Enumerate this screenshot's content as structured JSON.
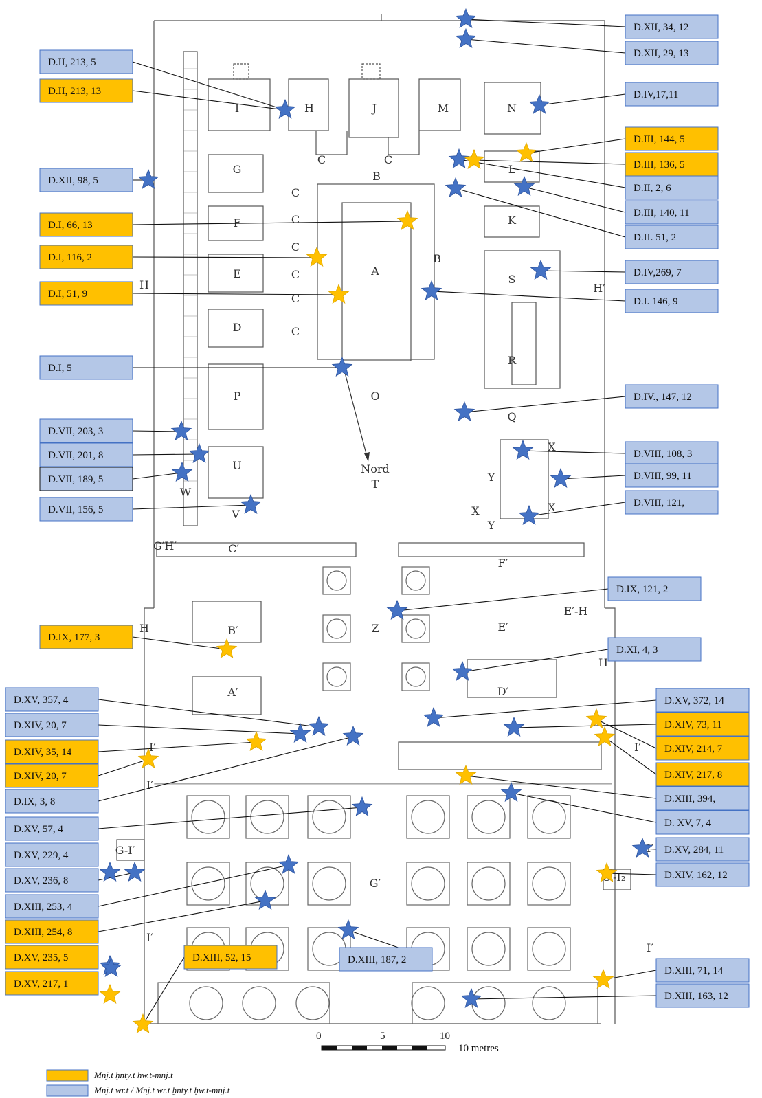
{
  "colors": {
    "blue_box": "#b4c7e7",
    "gold_box": "#ffc000",
    "blue_star": "#4472c4",
    "gold_star": "#ffc000",
    "plan_line": "#555555"
  },
  "rooms": [
    "I",
    "H",
    "J",
    "M",
    "N",
    "G",
    "C",
    "C",
    "C",
    "B",
    "L",
    "F",
    "C",
    "K",
    "C",
    "A",
    "B",
    "E",
    "C",
    "C",
    "S",
    "D",
    "C",
    "R",
    "P",
    "O",
    "Q",
    "U",
    "Nord",
    "T",
    "X",
    "X",
    "X",
    "Y",
    "Y",
    "W",
    "V",
    "C′",
    "F′",
    "G′H′",
    "Z",
    "B′",
    "E′",
    "E′-H",
    "H",
    "H",
    "H",
    "H′",
    "A′",
    "D′",
    "I′",
    "I′",
    "I′",
    "I′",
    "I′",
    "G′",
    "G-I′",
    "G′-I₂",
    "I′"
  ],
  "scale": {
    "zero": "0",
    "five": "5",
    "ten": "10",
    "unit": "10  metres"
  },
  "legend": [
    {
      "kind": "gold",
      "text": "Mnj.t ḫnty.t ḥw.t-mnj.t"
    },
    {
      "kind": "blue",
      "text": "Mnj.t wr.t / Mnj.t wr.t ḫnty.t ḥw.t-mnj.t"
    }
  ],
  "labels": [
    {
      "text": "D.XII, 34, 12",
      "kind": "blue"
    },
    {
      "text": "D.XII, 29, 13",
      "kind": "blue"
    },
    {
      "text": "D.II, 213, 5",
      "kind": "blue"
    },
    {
      "text": "D.II, 213, 13",
      "kind": "gold"
    },
    {
      "text": "D.IV,17,11",
      "kind": "blue"
    },
    {
      "text": "D.III, 144, 5",
      "kind": "gold"
    },
    {
      "text": "D.III, 136, 5",
      "kind": "gold"
    },
    {
      "text": "D.XII, 98, 5",
      "kind": "blue"
    },
    {
      "text": "D.II, 2, 6",
      "kind": "blue"
    },
    {
      "text": "D.III, 140, 11",
      "kind": "blue"
    },
    {
      "text": "D.I, 66, 13",
      "kind": "gold"
    },
    {
      "text": "D.II. 51, 2",
      "kind": "blue"
    },
    {
      "text": "D.I, 116, 2",
      "kind": "gold"
    },
    {
      "text": "D.IV,269, 7",
      "kind": "blue"
    },
    {
      "text": "D.I, 51, 9",
      "kind": "gold"
    },
    {
      "text": "D.I. 146, 9",
      "kind": "blue"
    },
    {
      "text": "D.I, 5",
      "kind": "blue"
    },
    {
      "text": "D.IV., 147, 12",
      "kind": "blue"
    },
    {
      "text": "D.VII, 203, 3",
      "kind": "blue"
    },
    {
      "text": "D.VIII, 108, 3",
      "kind": "blue"
    },
    {
      "text": "D.VII, 201, 8",
      "kind": "blue"
    },
    {
      "text": "D.VIII, 99, 11",
      "kind": "blue"
    },
    {
      "text": "D.VII, 189, 5",
      "kind": "blue"
    },
    {
      "text": "D.VIII, 121,",
      "kind": "blue"
    },
    {
      "text": "D.VII, 156, 5",
      "kind": "blue"
    },
    {
      "text": "D.IX, 121, 2",
      "kind": "blue"
    },
    {
      "text": "D.IX, 177, 3",
      "kind": "gold"
    },
    {
      "text": "D.XI, 4, 3",
      "kind": "blue"
    },
    {
      "text": "D.XV, 357, 4",
      "kind": "blue"
    },
    {
      "text": "D.XV, 372, 14",
      "kind": "blue"
    },
    {
      "text": "D.XIV, 20, 7",
      "kind": "blue"
    },
    {
      "text": "D.XIV, 73, 11",
      "kind": "gold"
    },
    {
      "text": "D.XIV, 35, 14",
      "kind": "gold"
    },
    {
      "text": "D.XIV, 214, 7",
      "kind": "gold"
    },
    {
      "text": "D.XIV, 20, 7",
      "kind": "gold"
    },
    {
      "text": "D.XIV, 217, 8",
      "kind": "gold"
    },
    {
      "text": "D.IX, 3, 8",
      "kind": "blue"
    },
    {
      "text": "D.XIII, 394,",
      "kind": "blue"
    },
    {
      "text": "D.XV, 57, 4",
      "kind": "blue"
    },
    {
      "text": "D. XV, 7, 4",
      "kind": "blue"
    },
    {
      "text": "D.XV, 229, 4",
      "kind": "blue"
    },
    {
      "text": "D.XV, 284, 11",
      "kind": "blue"
    },
    {
      "text": "D.XV, 236, 8",
      "kind": "blue"
    },
    {
      "text": "D.XIV, 162, 12",
      "kind": "blue"
    },
    {
      "text": "D.XIII, 253, 4",
      "kind": "blue"
    },
    {
      "text": "D.XIII, 254, 8",
      "kind": "gold"
    },
    {
      "text": "D.XV, 235, 5",
      "kind": "gold"
    },
    {
      "text": "D.XIII, 52, 15",
      "kind": "gold"
    },
    {
      "text": "D.XIII, 187, 2",
      "kind": "blue"
    },
    {
      "text": "D.XIII, 71, 14",
      "kind": "blue"
    },
    {
      "text": "D.XV, 217, 1",
      "kind": "gold"
    },
    {
      "text": "D.XIII, 163, 12",
      "kind": "blue"
    }
  ],
  "stars": [
    {
      "kind": "blue"
    },
    {
      "kind": "blue"
    },
    {
      "kind": "blue"
    },
    {
      "kind": "blue"
    },
    {
      "kind": "gold"
    },
    {
      "kind": "blue"
    },
    {
      "kind": "gold"
    },
    {
      "kind": "blue"
    },
    {
      "kind": "blue"
    },
    {
      "kind": "blue"
    },
    {
      "kind": "gold"
    },
    {
      "kind": "gold"
    },
    {
      "kind": "blue"
    },
    {
      "kind": "gold"
    },
    {
      "kind": "blue"
    },
    {
      "kind": "blue"
    },
    {
      "kind": "blue"
    },
    {
      "kind": "blue"
    },
    {
      "kind": "blue"
    },
    {
      "kind": "blue"
    },
    {
      "kind": "blue"
    },
    {
      "kind": "blue"
    },
    {
      "kind": "blue"
    },
    {
      "kind": "blue"
    },
    {
      "kind": "blue"
    },
    {
      "kind": "gold"
    },
    {
      "kind": "blue"
    },
    {
      "kind": "blue"
    },
    {
      "kind": "blue"
    },
    {
      "kind": "gold"
    },
    {
      "kind": "blue"
    },
    {
      "kind": "blue"
    },
    {
      "kind": "blue"
    },
    {
      "kind": "gold"
    },
    {
      "kind": "gold"
    },
    {
      "kind": "gold"
    },
    {
      "kind": "gold"
    },
    {
      "kind": "blue"
    },
    {
      "kind": "blue"
    },
    {
      "kind": "blue"
    },
    {
      "kind": "blue"
    },
    {
      "kind": "blue"
    },
    {
      "kind": "blue"
    },
    {
      "kind": "gold"
    },
    {
      "kind": "blue"
    },
    {
      "kind": "blue"
    },
    {
      "kind": "blue"
    },
    {
      "kind": "gold"
    },
    {
      "kind": "gold"
    },
    {
      "kind": "gold"
    },
    {
      "kind": "blue"
    },
    {
      "kind": "blue"
    }
  ]
}
